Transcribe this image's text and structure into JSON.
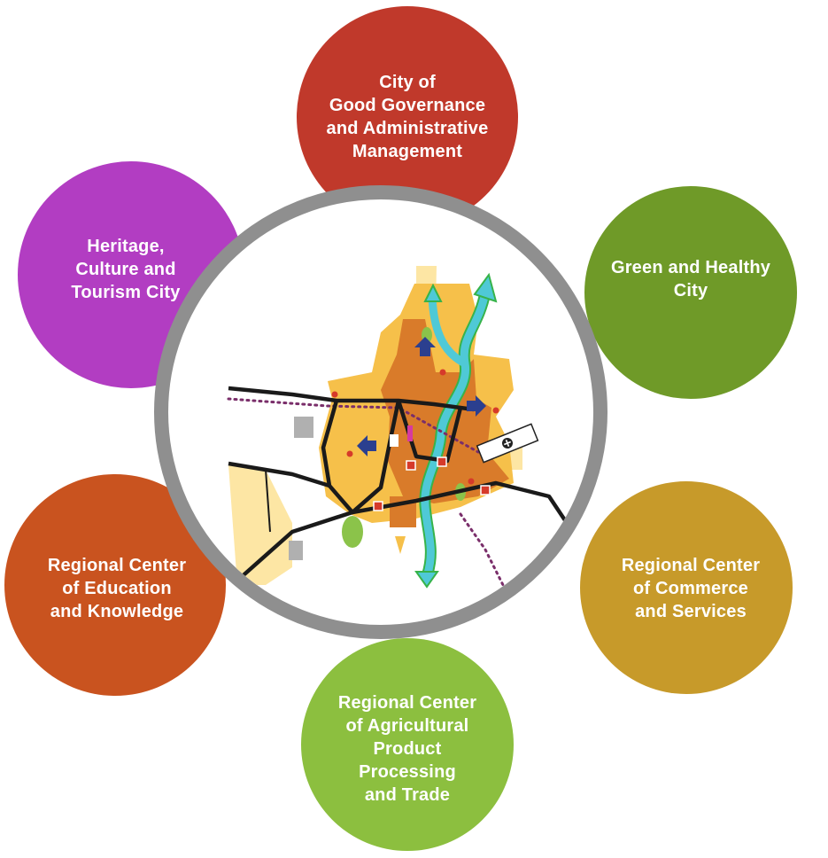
{
  "hub": {
    "ring_color": "#8f8f8f",
    "map_colors": {
      "built_area": "#f6c04a",
      "outskirts": "#fde6a4",
      "core": "#d97b2a",
      "river": "#4fc9d6",
      "river_edge": "#37b34a",
      "roads": "#1a1a1a",
      "rail": "#7a2e6a",
      "arrows": "#2b3f8f",
      "markers": "#d63a2a",
      "parks": "#8bc34a",
      "gray_block": "#b0b0b0"
    },
    "map_icons": [
      "airport-icon"
    ]
  },
  "themes": [
    {
      "id": "governance",
      "color": "#c0392b",
      "lines": [
        "City of",
        "Good Governance",
        "and Administrative",
        "Management"
      ]
    },
    {
      "id": "green",
      "color": "#6f9a28",
      "lines": [
        "Green and Healthy",
        "City"
      ]
    },
    {
      "id": "commerce",
      "color": "#c79a2a",
      "lines": [
        "Regional Center",
        "of Commerce",
        "and Services"
      ]
    },
    {
      "id": "agriculture",
      "color": "#8cbf3f",
      "lines": [
        "Regional Center",
        "of Agricultural",
        "Product",
        "Processing",
        "and Trade"
      ]
    },
    {
      "id": "education",
      "color": "#c9531f",
      "lines": [
        "Regional Center",
        "of Education",
        "and Knowledge"
      ]
    },
    {
      "id": "heritage",
      "color": "#b23dc2",
      "lines": [
        "Heritage,",
        "Culture and",
        "Tourism City"
      ]
    }
  ]
}
